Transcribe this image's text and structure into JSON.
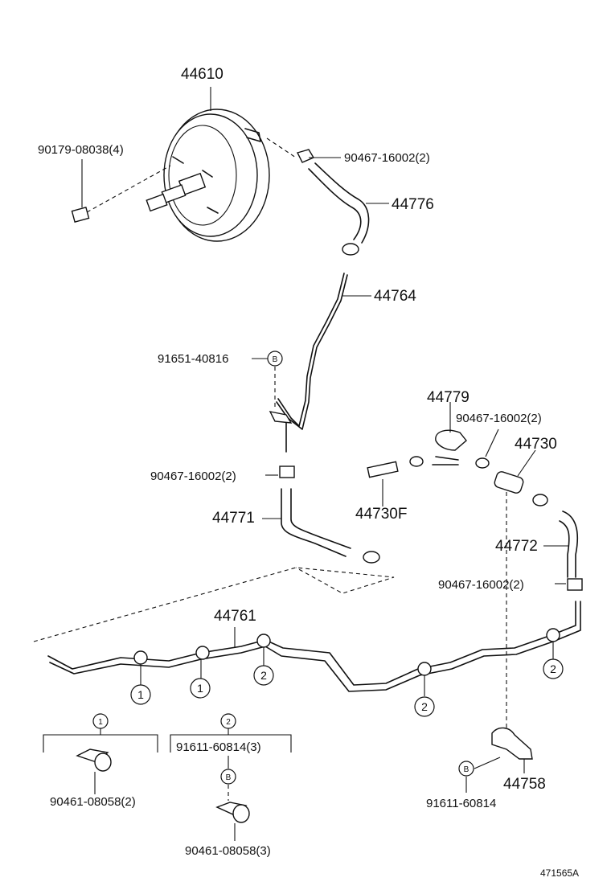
{
  "labels": {
    "p44610": "44610",
    "p90179": "90179-08038(4)",
    "p90467_top": "90467-16002(2)",
    "p44776": "44776",
    "p44764": "44764",
    "p91651": "91651-40816",
    "p44779": "44779",
    "p90467_mid": "90467-16002(2)",
    "p44730": "44730",
    "p90467_left": "90467-16002(2)",
    "p44730F": "44730F",
    "p44771": "44771",
    "p44772": "44772",
    "p90467_right": "90467-16002(2)",
    "p44761": "44761",
    "p91611_3": "91611-60814(3)",
    "p90461_2": "90461-08058(2)",
    "p90461_3": "90461-08058(3)",
    "p91611": "91611-60814",
    "p44758": "44758",
    "ref_code": "471565A"
  },
  "markers": {
    "one": "1",
    "two": "2",
    "b": "B"
  }
}
